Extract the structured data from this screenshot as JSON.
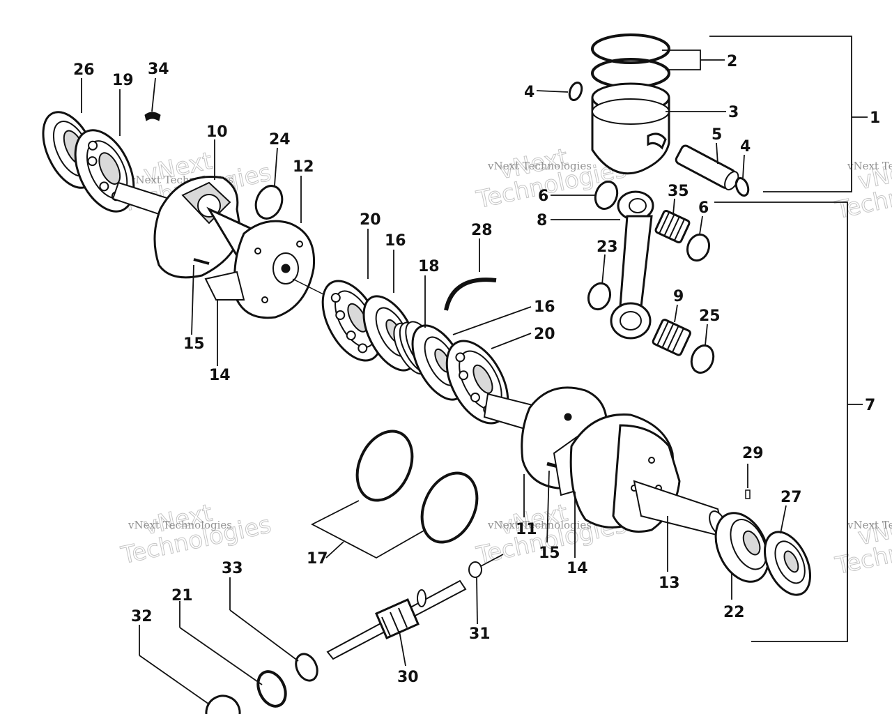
{
  "watermark": {
    "small": "vNext Technologies",
    "big_top": "vNext",
    "big_bottom": "Technologies"
  },
  "callouts": {
    "c1": "1",
    "c2": "2",
    "c3": "3",
    "c4a": "4",
    "c4b": "4",
    "c5": "5",
    "c6a": "6",
    "c6b": "6",
    "c7": "7",
    "c8": "8",
    "c9": "9",
    "c10": "10",
    "c11": "11",
    "c12": "12",
    "c13": "13",
    "c14a": "14",
    "c14b": "14",
    "c15a": "15",
    "c15b": "15",
    "c16a": "16",
    "c16b": "16",
    "c17": "17",
    "c18": "18",
    "c19": "19",
    "c20a": "20",
    "c20b": "20",
    "c21": "21",
    "c22": "22",
    "c23": "23",
    "c24": "24",
    "c25": "25",
    "c26": "26",
    "c27": "27",
    "c28": "28",
    "c29": "29",
    "c30": "30",
    "c31": "31",
    "c32": "32",
    "c33": "33",
    "c34": "34",
    "c35": "35"
  }
}
